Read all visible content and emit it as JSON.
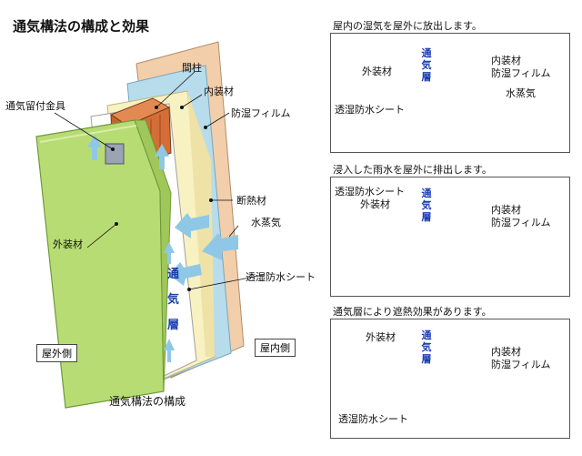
{
  "title": "通気構法の構成と効果",
  "caption": "通気構法の構成",
  "main": {
    "labels": {
      "madobashira": "間柱",
      "naisouzai": "内装材",
      "bousitsu": "防湿フィルム",
      "tsukikanagu": "通気留付金具",
      "dannetsu": "断熱材",
      "suijouki": "水蒸気",
      "gaisouzai": "外装材",
      "toushitsu": "透湿防水シート",
      "okugai": "屋外側",
      "okunai": "屋内側"
    },
    "vertical": [
      "通",
      "気",
      "層"
    ]
  },
  "panels": [
    {
      "title": "屋内の湿気を屋外に放出します。",
      "gaisouzai": "外装材",
      "naisouzai": "内装材",
      "bousitsu": "防湿フィルム",
      "suijouki": "水蒸気",
      "toushitsu": "透湿防水シート",
      "layer": "通気層"
    },
    {
      "title": "浸入した雨水を屋外に排出します。",
      "toushitsu": "透湿防水シート",
      "gaisouzai": "外装材",
      "naisouzai": "内装材",
      "bousitsu": "防湿フィルム",
      "layer": "通気層"
    },
    {
      "title": "通気層により遮熱効果があります。",
      "gaisouzai": "外装材",
      "naisouzai": "内装材",
      "bousitsu": "防湿フィルム",
      "toushitsu": "透湿防水シート",
      "layer": "通気層"
    }
  ],
  "colors": {
    "exterior": "#b8dc74",
    "insulation": "#f5f0b8",
    "interior": "#f2ceaa",
    "membrane": "#b7dcec",
    "stud": "#c8622c",
    "air_arrow": "#8fc8e6",
    "vapor": "#5b7fc2"
  }
}
